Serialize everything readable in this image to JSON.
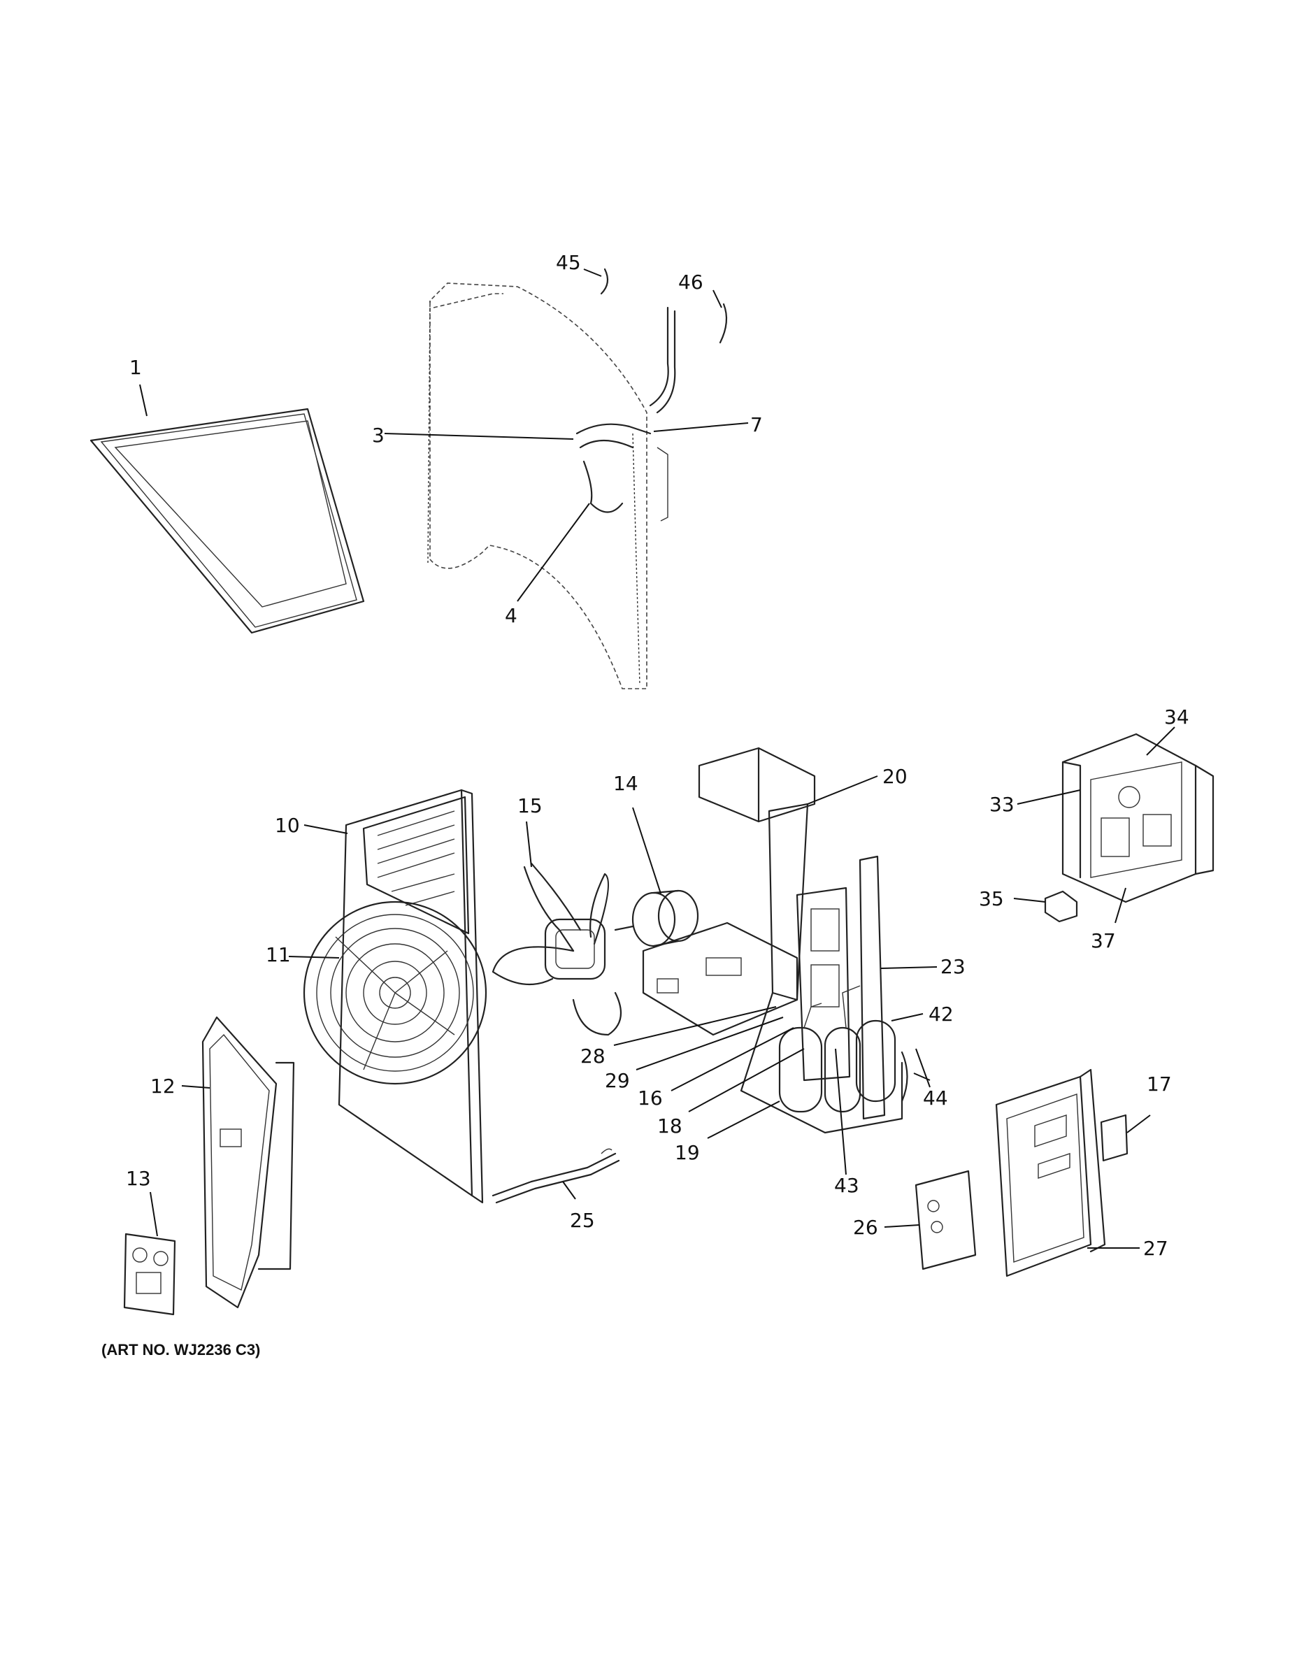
{
  "callouts": {
    "c1": "1",
    "c3": "3",
    "c4": "4",
    "c7": "7",
    "c10": "10",
    "c11": "11",
    "c12": "12",
    "c13": "13",
    "c14": "14",
    "c15": "15",
    "c16": "16",
    "c17": "17",
    "c18": "18",
    "c19": "19",
    "c20": "20",
    "c23": "23",
    "c25": "25",
    "c26": "26",
    "c27": "27",
    "c28": "28",
    "c29": "29",
    "c33": "33",
    "c34": "34",
    "c35": "35",
    "c37": "37",
    "c42": "42",
    "c43": "43",
    "c44": "44",
    "c45": "45",
    "c46": "46"
  },
  "art_number": "(ART NO. WJ2236 C3)"
}
